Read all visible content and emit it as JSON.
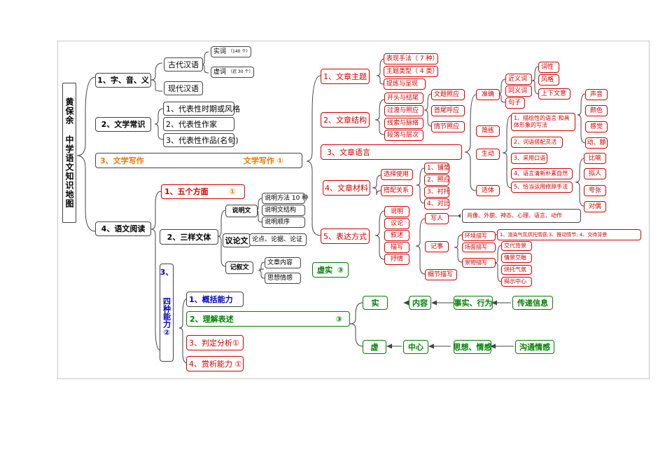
{
  "title": "黄保余 中学语文知识地图",
  "sections": {
    "s1": {
      "label": "1、字、音、义",
      "guhan": "古代汉语",
      "shici": "实词",
      "shici_note": "（140 个）",
      "xuci": "虚词",
      "xuci_note": "（近 30 个）",
      "xiandai": "现代汉语"
    },
    "s2": {
      "label": "2、文学常识",
      "items": [
        "1、代表性时期或风格",
        "2、代表性作家",
        "3、代表性作品(名句)"
      ]
    },
    "s3": {
      "label": "3、文学写作",
      "right": "文学写作",
      "badge": "①"
    },
    "s4": {
      "label": "4、语文阅读"
    }
  },
  "reading": {
    "five": {
      "label": "1、五个方面",
      "badge": "①"
    },
    "three": {
      "label": "2、三样文体",
      "shuoming": "说明文",
      "shuoming_items": [
        "说明方法 10 种",
        "说明文结构",
        "说明顺序"
      ],
      "yilun": "议论文",
      "yilun_items": "论点、论据、论证",
      "jixu": "记叙文",
      "jixu_items": [
        "文章内容",
        "思想情感"
      ],
      "xushi": "虚实",
      "xushi_badge": "③"
    },
    "four": {
      "label_a": "3、",
      "label_b": "四种能力②",
      "items": [
        "1、概括能力",
        "2、理解表述",
        "3、判定分析①",
        "4、赏析能力 ①"
      ],
      "item2_badge": "③"
    }
  },
  "right": {
    "r1": {
      "label": "1、文章主题",
      "items": [
        "表现手法（ 7 种）",
        "主题类型（ 4 类）",
        "提炼与呈现"
      ]
    },
    "r2": {
      "label": "2、文章结构",
      "items": [
        "开头与结尾",
        "过渡与照应",
        "线索与脉络",
        "段落与层次"
      ],
      "zhaoying": [
        "文题照应",
        "首尾呼应",
        "情节照应"
      ]
    },
    "r3": {
      "label": "3、文章语言",
      "qualities": [
        "准确",
        "简练",
        "生动",
        "适体"
      ],
      "zhunque": [
        "近义词",
        "同义词",
        "句子"
      ],
      "zhunque_sub": [
        "词性",
        "风格",
        "上下文意"
      ],
      "shengdong": [
        "1、描绘性的语言 和具体形象的写法",
        "2、词语搭配灵活",
        "3、采用口语",
        "4、语言清新朴素自然",
        "5、恰当运用修辞手法"
      ],
      "desc": [
        "声音",
        "颜色",
        "感觉",
        "动、静"
      ],
      "rhet": [
        "比喻",
        "拟人",
        "夸张",
        "对偶"
      ]
    },
    "r4": {
      "label": "4、文章材料",
      "items": [
        "选择使用",
        "搭配关系"
      ],
      "sub": [
        "1、铺垫",
        "2、照应",
        "3、衬托",
        "4、对比"
      ]
    },
    "r5": {
      "label": "5、表达方式",
      "items": [
        "说明",
        "议论",
        "叙述",
        "描写",
        "抒情"
      ],
      "xieren": "写人",
      "xieren_items": "肖像、外貌、神态、心理、语言、动作",
      "jishi": "记事",
      "jishi_items": [
        "环境描写",
        "场面描写",
        "景物描写"
      ],
      "env": "1、渲染气氛烘托情感;3、推动情节;  4、交待背景",
      "jingwu": [
        "交代背景",
        "情景交融",
        "烘托气氛",
        "揭示中心"
      ],
      "xijie": "细节描写"
    }
  },
  "flow": {
    "shi": "实",
    "neirong": "内容",
    "shishi": "事实、行为",
    "chuanda": "传递信息",
    "xu": "虚",
    "zhongxin": "中心",
    "sixiang": "思想、情感",
    "goutong": "沟通情感"
  }
}
